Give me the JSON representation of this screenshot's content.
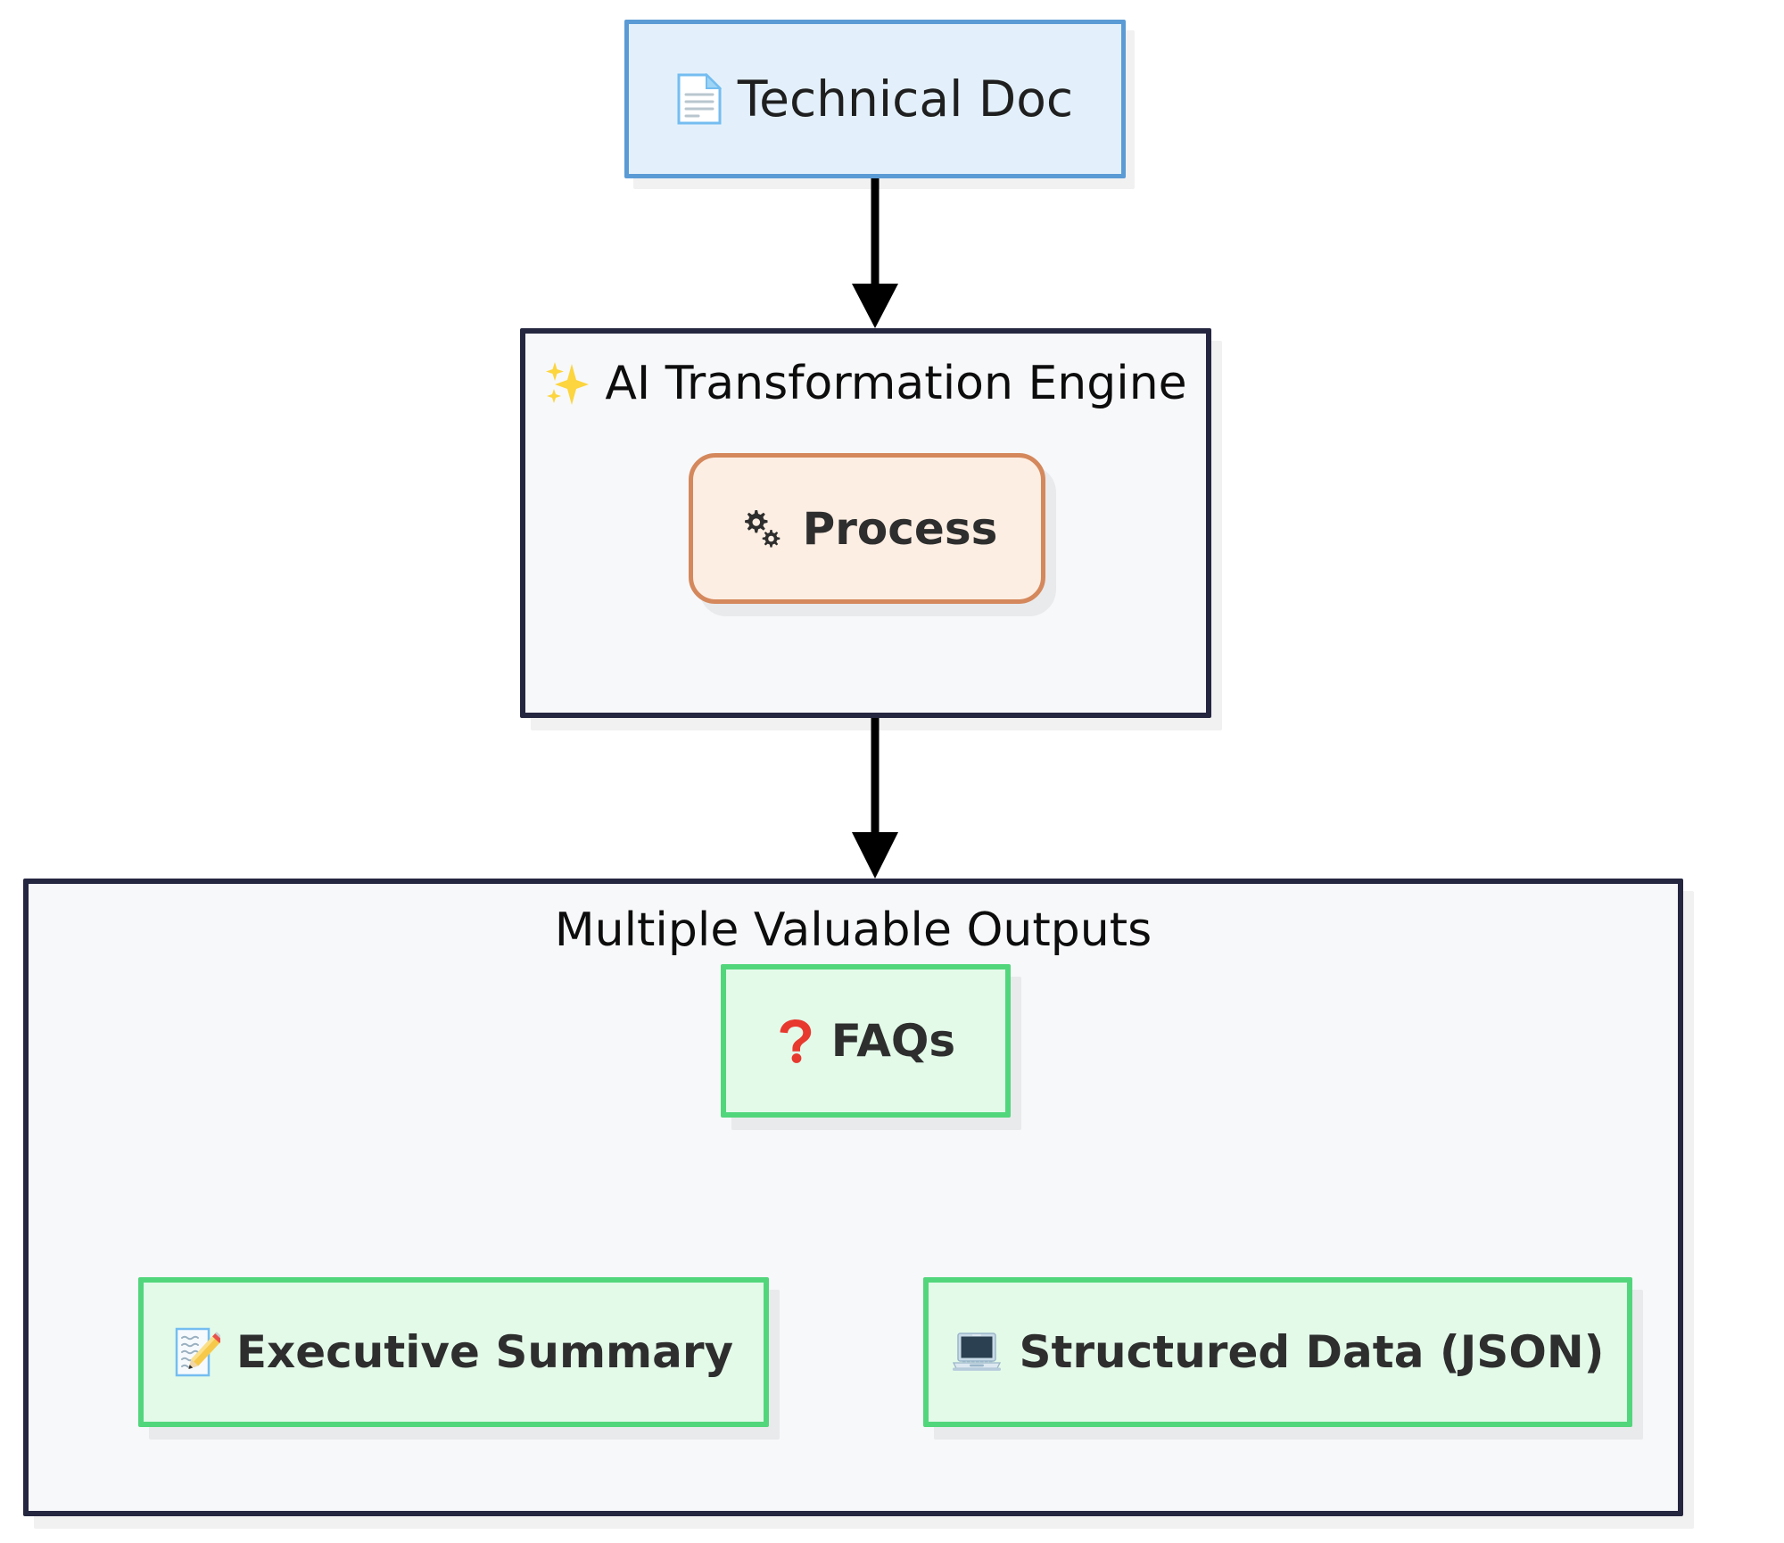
{
  "diagram": {
    "type": "flowchart",
    "direction": "top-down",
    "nodes": [
      {
        "id": "technical-doc",
        "label": "Technical Doc",
        "icon": "document-icon",
        "icon_glyph": "📄",
        "shape": "rectangle",
        "fill": "#e3f0fb",
        "stroke": "#5b9bd5"
      },
      {
        "id": "process",
        "label": "Process",
        "icon": "gears-icon",
        "icon_glyph": "⚙️",
        "shape": "rounded-rectangle",
        "fill": "#fdeee3",
        "stroke": "#d4885c"
      },
      {
        "id": "faqs",
        "label": "FAQs",
        "icon": "question-mark-icon",
        "icon_glyph": "❓",
        "shape": "rectangle",
        "fill": "#e3fae9",
        "stroke": "#52d67c"
      },
      {
        "id": "executive-summary",
        "label": "Executive Summary",
        "icon": "memo-icon",
        "icon_glyph": "📝",
        "shape": "rectangle",
        "fill": "#e3fae9",
        "stroke": "#52d67c"
      },
      {
        "id": "structured-data",
        "label": "Structured Data (JSON)",
        "icon": "laptop-icon",
        "icon_glyph": "💻",
        "shape": "rectangle",
        "fill": "#e3fae9",
        "stroke": "#52d67c"
      }
    ],
    "subgraphs": [
      {
        "id": "engine",
        "title": "AI Transformation Engine",
        "icon": "sparkles-icon",
        "icon_glyph": "✨",
        "fill": "#f7f8fa",
        "stroke": "#252640"
      },
      {
        "id": "outputs",
        "title": "Multiple Valuable Outputs",
        "icon": "",
        "icon_glyph": "",
        "fill": "#f7f8fa",
        "stroke": "#252640"
      }
    ],
    "edges": [
      {
        "id": "doc-to-engine",
        "from": "technical-doc",
        "to": "engine",
        "label": "",
        "style": "solid-arrow",
        "color": "#000000"
      },
      {
        "id": "engine-to-outputs",
        "from": "engine",
        "to": "outputs",
        "label": "",
        "style": "solid-arrow",
        "color": "#000000"
      }
    ]
  }
}
